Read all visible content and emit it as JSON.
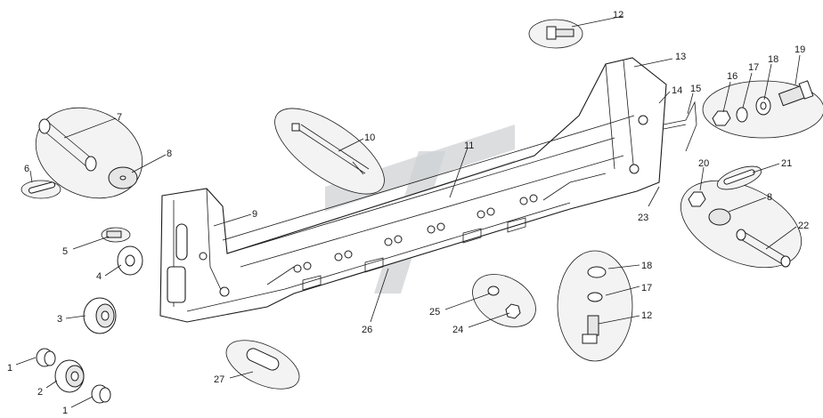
{
  "callouts": [
    {
      "id": "c12a",
      "text": "12"
    },
    {
      "id": "c13",
      "text": "13"
    },
    {
      "id": "c14",
      "text": "14"
    },
    {
      "id": "c15",
      "text": "15"
    },
    {
      "id": "c16",
      "text": "16"
    },
    {
      "id": "c17a",
      "text": "17"
    },
    {
      "id": "c18a",
      "text": "18"
    },
    {
      "id": "c19",
      "text": "19"
    },
    {
      "id": "c7",
      "text": "7"
    },
    {
      "id": "c8a",
      "text": "8"
    },
    {
      "id": "c10",
      "text": "10"
    },
    {
      "id": "c11",
      "text": "11"
    },
    {
      "id": "c6",
      "text": "6"
    },
    {
      "id": "c9",
      "text": "9"
    },
    {
      "id": "c20",
      "text": "20"
    },
    {
      "id": "c21",
      "text": "21"
    },
    {
      "id": "c8b",
      "text": "8"
    },
    {
      "id": "c23",
      "text": "23"
    },
    {
      "id": "c22",
      "text": "22"
    },
    {
      "id": "c5",
      "text": "5"
    },
    {
      "id": "c4",
      "text": "4"
    },
    {
      "id": "c3",
      "text": "3"
    },
    {
      "id": "c26",
      "text": "26"
    },
    {
      "id": "c25",
      "text": "25"
    },
    {
      "id": "c24",
      "text": "24"
    },
    {
      "id": "c18b",
      "text": "18"
    },
    {
      "id": "c17b",
      "text": "17"
    },
    {
      "id": "c12b",
      "text": "12"
    },
    {
      "id": "c1a",
      "text": "1"
    },
    {
      "id": "c2",
      "text": "2"
    },
    {
      "id": "c1b",
      "text": "1"
    },
    {
      "id": "c27",
      "text": "27"
    }
  ]
}
